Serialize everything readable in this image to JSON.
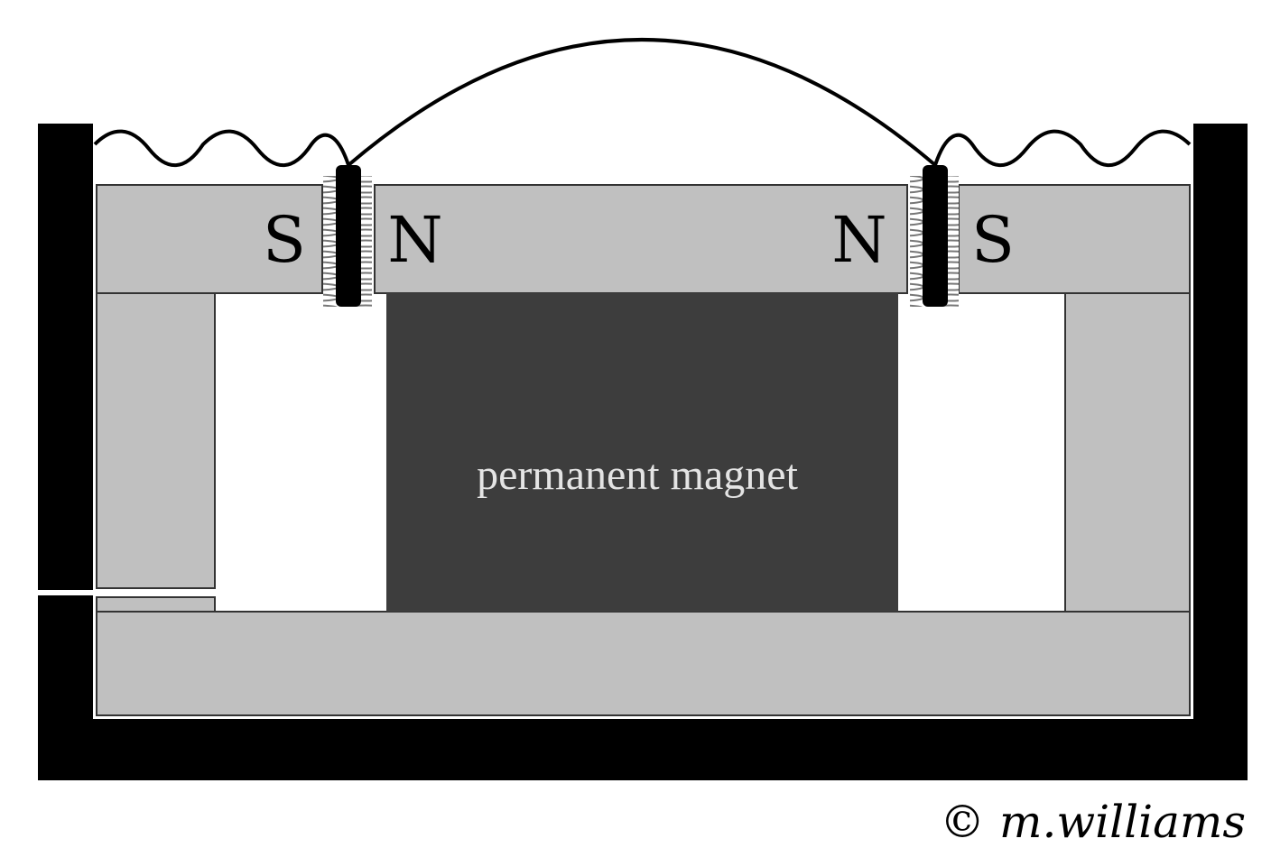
{
  "labels": {
    "left_outer_pole": "S",
    "left_inner_pole": "N",
    "right_inner_pole": "N",
    "right_outer_pole": "S",
    "magnet": "permanent magnet",
    "copyright": "© m.williams"
  },
  "colors": {
    "iron": "#c0c0c0",
    "magnet": "#3d3d3d",
    "frame": "#000000"
  }
}
